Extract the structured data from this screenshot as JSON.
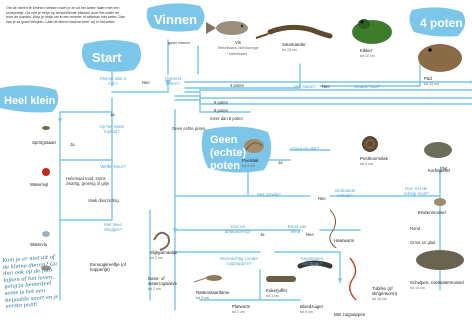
{
  "intro": "Om de dieren te kennen hebben moet je ze uit het water halen met een schepnetje. Ga met je netje op verschillende plekken door het water en door de planten. Kiep je netje om in een emmer of wittebak met water. Dan kan je ze goed bekijken. Laat de dieren daarna weer vrij in het water.",
  "titles": {
    "vinnen": "Vinnen",
    "start": "Start",
    "four_legs": "4 poten",
    "tiny": "Heel klein",
    "no_legs": "Geen (echte) poten"
  },
  "questions": {
    "q1": "Kleiner dan 3 mm?",
    "q2": "Hoeveel poten?",
    "q3": "Op het water lopend?",
    "q4": "Welke kleur?",
    "q5": "Met twee vliegtjes?",
    "q6": "Met schelp?",
    "q7": "Groot en plat?",
    "q8": "Gedraaide schelp?",
    "q9": "Hoe ziet de schelp eruit?",
    "q10": "Dun en draadvormig?",
    "q11": "Rood van kleur?",
    "q12": "Wormachtig zonder zuignappen?",
    "q13": "Segmenten zichtbaar?",
    "q14": "Met staart?",
    "q15": "Gladde huid?"
  },
  "answers": {
    "ja": "Ja",
    "nee": "Nee",
    "vier_poten": "4 poten",
    "zes_poten": "6 poten",
    "acht_poten": "8 poten",
    "meer_dan_8": "meer dan 8 poten",
    "geen_echte": "Geen echte poten",
    "rood": "Helemaal rood, soms zwartig, groenig of grijs",
    "vaak": "Vaak doorzichtig",
    "meer_puntig": "Met puntige",
    "rond": "Rond",
    "plat": "Plat",
    "groot": "Groot en glad",
    "geen_vinnen": "geen vinnen"
  },
  "species": [
    {
      "name": "Vis",
      "size": "Stekelbaars, driedoornige stekelbaars"
    },
    {
      "name": "Salamander",
      "size": "tot 15 cm"
    },
    {
      "name": "Kikker",
      "size": "tot 10 cm"
    },
    {
      "name": "Pad",
      "size": "tot 15 cm"
    },
    {
      "name": "Springstaart",
      "size": ""
    },
    {
      "name": "Watermijt",
      "size": ""
    },
    {
      "name": "Watervlo",
      "size": ""
    },
    {
      "name": "Eenoogkreeftje (of hoppertje)",
      "size": ""
    },
    {
      "name": "Poelslak",
      "size": "tot 4 cm"
    },
    {
      "name": "Posthoornslak",
      "size": "tot 4 cm"
    },
    {
      "name": "Erwtenmossel",
      "size": ""
    },
    {
      "name": "Korfmossel",
      "size": ""
    },
    {
      "name": "Slijkgarnaaltje",
      "size": "tot 2 cm"
    },
    {
      "name": "Dans- of waterrogalarve",
      "size": "tot 2 cm"
    },
    {
      "name": "Rattenstaartlarve",
      "size": "tot 2 cm"
    },
    {
      "name": "Kokerjuffer",
      "size": "tot 3 cm"
    },
    {
      "name": "Haarwurm",
      "size": ""
    },
    {
      "name": "Tubifex (of slingerworm)",
      "size": "tot 10 cm"
    },
    {
      "name": "Platworm",
      "size": "tot 2 cm"
    },
    {
      "name": "Bloedzuiger",
      "size": "tot 5 cm"
    },
    {
      "name": "Met zuignappen",
      "size": ""
    },
    {
      "name": "Schelpen, zoetwatermossel",
      "size": "tot 15 cm"
    },
    {
      "name": "Korfmossel",
      "size": "tot 2 cm"
    },
    {
      "name": "Vis",
      "size": ""
    }
  ],
  "note": "Kom je er niet uit of de kleine dieren? Ga dan ook op de foto kijken of het leven, gong ja beoordeel soms is het een bepaalde soort en je eerste punt!",
  "colors": {
    "accent": "#6cc3e8",
    "line": "#7cc6ea",
    "text_question": "#5aa6cf",
    "note": "#1f6f9c"
  }
}
